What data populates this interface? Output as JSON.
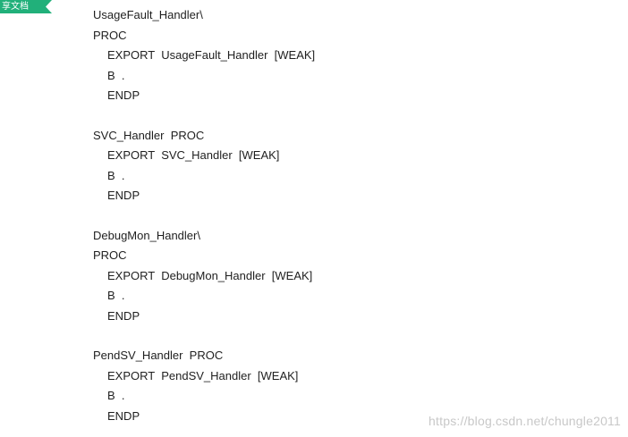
{
  "ribbon": {
    "text": "享文档"
  },
  "code_blocks": [
    {
      "lines": [
        "UsageFault_Handler\\",
        "PROC",
        "EXPORT  UsageFault_Handler  [WEAK]",
        "B  .",
        "ENDP"
      ]
    },
    {
      "lines": [
        "SVC_Handler  PROC",
        "EXPORT  SVC_Handler  [WEAK]",
        "B  .",
        "ENDP"
      ]
    },
    {
      "lines": [
        "DebugMon_Handler\\",
        "PROC",
        "EXPORT  DebugMon_Handler  [WEAK]",
        "B  .",
        "ENDP"
      ]
    },
    {
      "lines": [
        "PendSV_Handler  PROC",
        "EXPORT  PendSV_Handler  [WEAK]",
        "B  .",
        "ENDP"
      ]
    }
  ],
  "watermark": {
    "text": "https://blog.csdn.net/chungle2011"
  }
}
